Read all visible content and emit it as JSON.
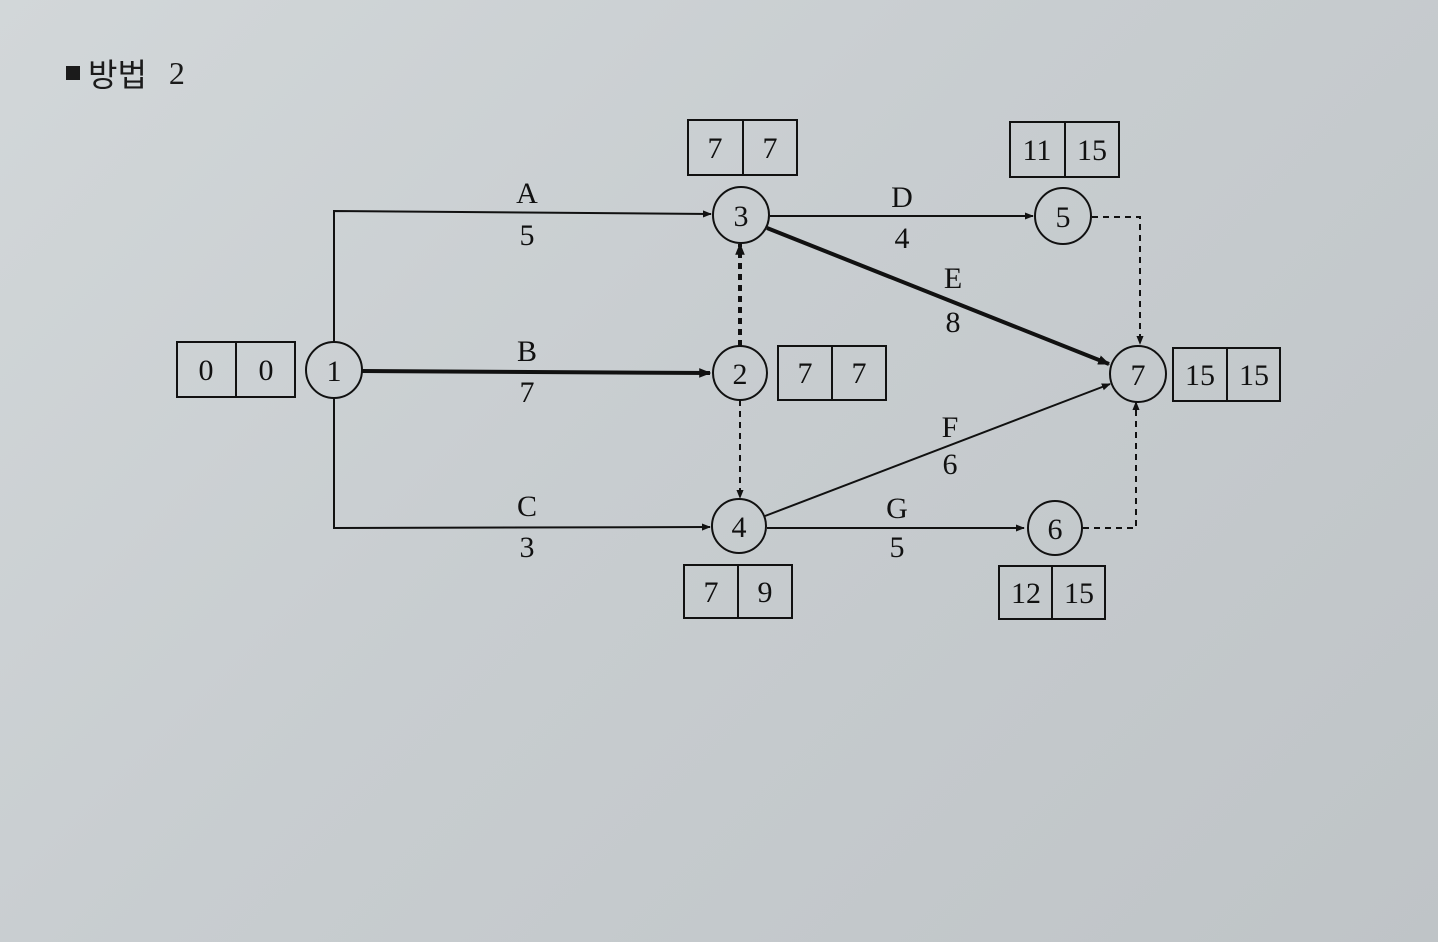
{
  "title": {
    "text": "방법",
    "number": "2"
  },
  "nodes": [
    {
      "id": "1",
      "label": "1",
      "est": "0",
      "lst": "0"
    },
    {
      "id": "2",
      "label": "2",
      "est": "7",
      "lst": "7"
    },
    {
      "id": "3",
      "label": "3",
      "est": "7",
      "lst": "7"
    },
    {
      "id": "4",
      "label": "4",
      "est": "7",
      "lst": "9"
    },
    {
      "id": "5",
      "label": "5",
      "est": "11",
      "lst": "15"
    },
    {
      "id": "6",
      "label": "6",
      "est": "12",
      "lst": "15"
    },
    {
      "id": "7",
      "label": "7",
      "est": "15",
      "lst": "15"
    }
  ],
  "activities": [
    {
      "name": "A",
      "duration": "5",
      "from": "1",
      "to": "3",
      "critical": false
    },
    {
      "name": "B",
      "duration": "7",
      "from": "1",
      "to": "2",
      "critical": true
    },
    {
      "name": "C",
      "duration": "3",
      "from": "1",
      "to": "4",
      "critical": false
    },
    {
      "name": "D",
      "duration": "4",
      "from": "3",
      "to": "5",
      "critical": false
    },
    {
      "name": "E",
      "duration": "8",
      "from": "3",
      "to": "7",
      "critical": true
    },
    {
      "name": "F",
      "duration": "6",
      "from": "4",
      "to": "7",
      "critical": false
    },
    {
      "name": "G",
      "duration": "5",
      "from": "4",
      "to": "6",
      "critical": false
    }
  ],
  "dummies": [
    {
      "from": "2",
      "to": "3",
      "critical": true
    },
    {
      "from": "2",
      "to": "4",
      "critical": false
    },
    {
      "from": "5",
      "to": "7",
      "critical": false
    },
    {
      "from": "6",
      "to": "7",
      "critical": false
    }
  ]
}
